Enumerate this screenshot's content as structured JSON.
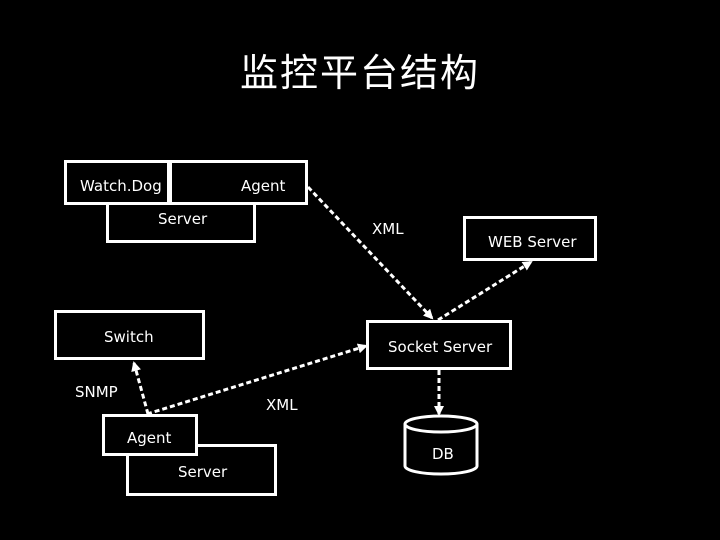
{
  "title": "监控平台结构",
  "nodes": {
    "server_top": "Server",
    "watchdog": "Watch.Dog",
    "agent_top": "Agent",
    "web_server": "WEB Server",
    "switch": "Switch",
    "socket_server": "Socket Server",
    "agent_bottom": "Agent",
    "server_bottom": "Server",
    "db": "DB"
  },
  "edge_labels": {
    "xml_top": "XML",
    "xml_bottom": "XML",
    "snmp": "SNMP"
  },
  "colors": {
    "background": "#000000",
    "foreground": "#ffffff"
  }
}
